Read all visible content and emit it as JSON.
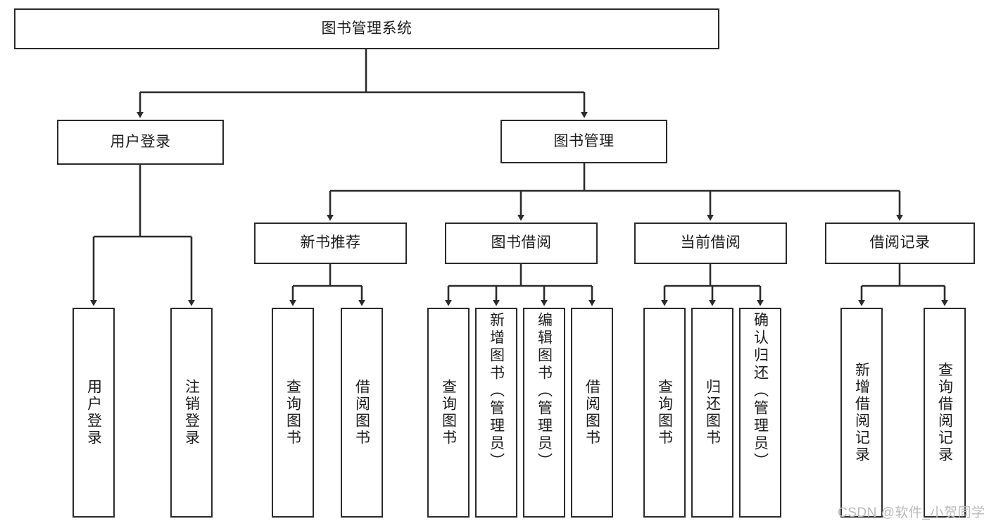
{
  "diagram": {
    "type": "tree-hierarchy-chart",
    "title": "图书管理系统",
    "colors": {
      "line": "#2b2b2b",
      "box_border": "#2b2b2b",
      "box_fill": "#ffffff",
      "text": "#1c1c1c",
      "watermark": "#b9b9b9"
    },
    "levels": [
      {
        "level": 1,
        "nodes": [
          {
            "id": "root",
            "label": "图书管理系统"
          }
        ]
      },
      {
        "level": 2,
        "nodes": [
          {
            "id": "user-login",
            "label": "用户登录"
          },
          {
            "id": "book-manage",
            "label": "图书管理"
          }
        ]
      },
      {
        "level": 3,
        "nodes": [
          {
            "id": "new-book-rec",
            "label": "新书推荐"
          },
          {
            "id": "book-borrow",
            "label": "图书借阅"
          },
          {
            "id": "current-borrow",
            "label": "当前借阅"
          },
          {
            "id": "borrow-record",
            "label": "借阅记录"
          }
        ]
      },
      {
        "level": 4,
        "nodes": [
          {
            "id": "leaf-user-login",
            "label": "用户登录"
          },
          {
            "id": "leaf-logout",
            "label": "注销登录"
          },
          {
            "id": "leaf-query-book-1",
            "label": "查询图书"
          },
          {
            "id": "leaf-borrow-book-1",
            "label": "借阅图书"
          },
          {
            "id": "leaf-query-book-2",
            "label": "查询图书"
          },
          {
            "id": "leaf-add-book",
            "label": "新增图书（管理员）"
          },
          {
            "id": "leaf-edit-book",
            "label": "编辑图书（管理员）"
          },
          {
            "id": "leaf-borrow-book-2",
            "label": "借阅图书"
          },
          {
            "id": "leaf-query-book-3",
            "label": "查询图书"
          },
          {
            "id": "leaf-return-book",
            "label": "归还图书"
          },
          {
            "id": "leaf-confirm-return",
            "label": "确认归还（管理员）"
          },
          {
            "id": "leaf-add-record",
            "label": "新增借阅记录"
          },
          {
            "id": "leaf-query-record",
            "label": "查询借阅记录"
          }
        ]
      }
    ],
    "edges": [
      {
        "from": "root",
        "to": "user-login"
      },
      {
        "from": "root",
        "to": "book-manage"
      },
      {
        "from": "user-login",
        "to": "leaf-user-login"
      },
      {
        "from": "user-login",
        "to": "leaf-logout"
      },
      {
        "from": "book-manage",
        "to": "new-book-rec"
      },
      {
        "from": "book-manage",
        "to": "book-borrow"
      },
      {
        "from": "book-manage",
        "to": "current-borrow"
      },
      {
        "from": "book-manage",
        "to": "borrow-record"
      },
      {
        "from": "new-book-rec",
        "to": "leaf-query-book-1"
      },
      {
        "from": "new-book-rec",
        "to": "leaf-borrow-book-1"
      },
      {
        "from": "book-borrow",
        "to": "leaf-query-book-2"
      },
      {
        "from": "book-borrow",
        "to": "leaf-add-book"
      },
      {
        "from": "book-borrow",
        "to": "leaf-edit-book"
      },
      {
        "from": "book-borrow",
        "to": "leaf-borrow-book-2"
      },
      {
        "from": "current-borrow",
        "to": "leaf-query-book-3"
      },
      {
        "from": "current-borrow",
        "to": "leaf-return-book"
      },
      {
        "from": "current-borrow",
        "to": "leaf-confirm-return"
      },
      {
        "from": "borrow-record",
        "to": "leaf-add-record"
      },
      {
        "from": "borrow-record",
        "to": "leaf-query-record"
      }
    ]
  },
  "watermark": {
    "text": "CSDN @软件_小贺同学"
  }
}
